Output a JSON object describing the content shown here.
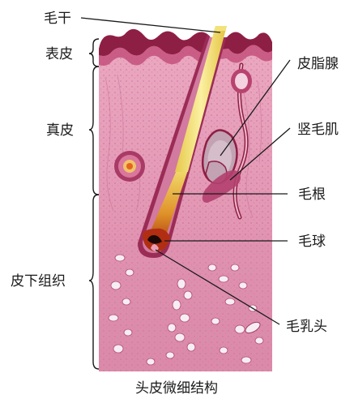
{
  "labels": {
    "hair_shaft": "毛干",
    "epidermis": "表皮",
    "dermis": "真皮",
    "subcutaneous": "皮下组织",
    "sebaceous_gland": "皮脂腺",
    "arrector_pili": "竖毛肌",
    "hair_root": "毛根",
    "hair_bulb": "毛球",
    "dermal_papilla": "毛乳头"
  },
  "caption": "头皮微细结构",
  "colors": {
    "tissue_pink": "#e8a0b8",
    "tissue_light": "#f2c7d6",
    "epidermis_dark": "#8e1f44",
    "hair_yellow": "#f3e27a",
    "hair_bulb": "#b73a16",
    "fat_white": "#f6eef2"
  }
}
